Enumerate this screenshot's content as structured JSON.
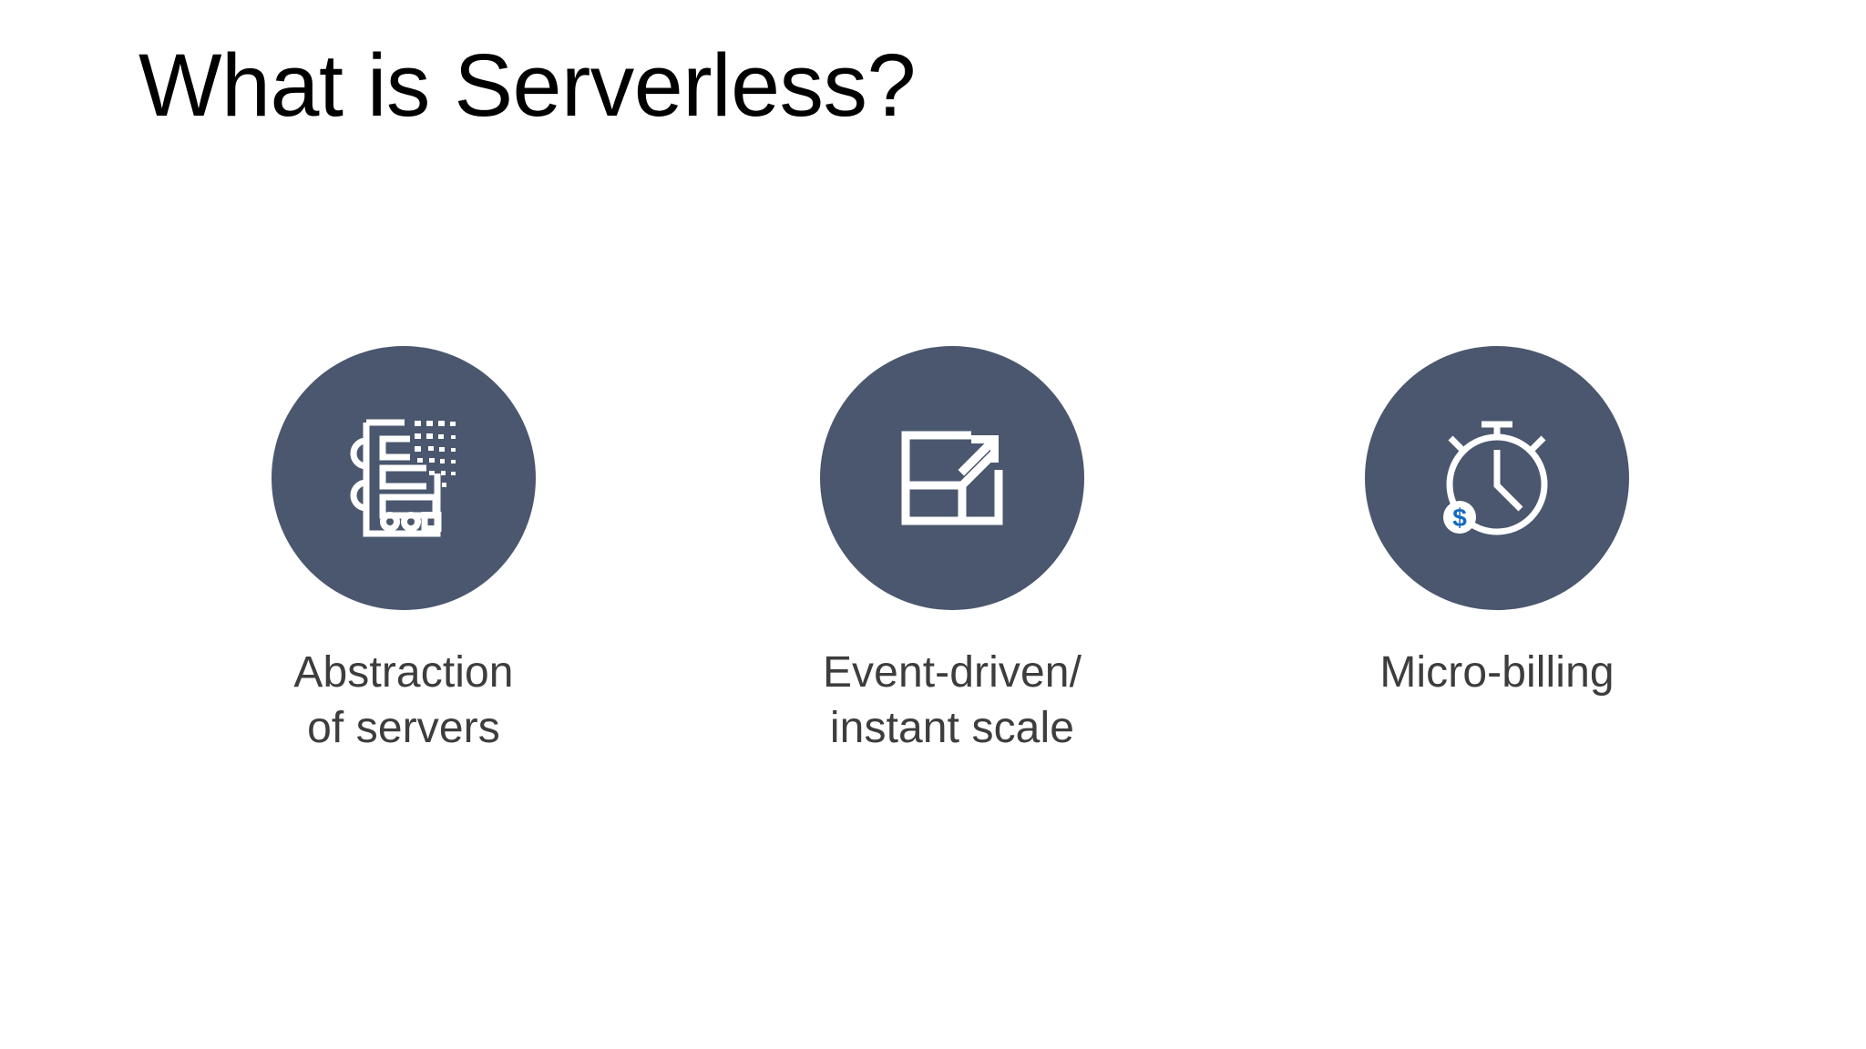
{
  "slide": {
    "title": "What is Serverless?",
    "background_color": "#ffffff",
    "title_color": "#000000",
    "accent_circle_color": "#4a576e",
    "icon_stroke_color": "#ffffff",
    "label_color": "#3d3d3d",
    "dollar_badge_color": "#1469c0"
  },
  "cards": [
    {
      "icon": "server-rack-icon",
      "label": "Abstraction\nof servers"
    },
    {
      "icon": "scale-arrow-icon",
      "label": "Event-driven/\ninstant scale"
    },
    {
      "icon": "stopwatch-dollar-icon",
      "label": "Micro-billing"
    }
  ]
}
